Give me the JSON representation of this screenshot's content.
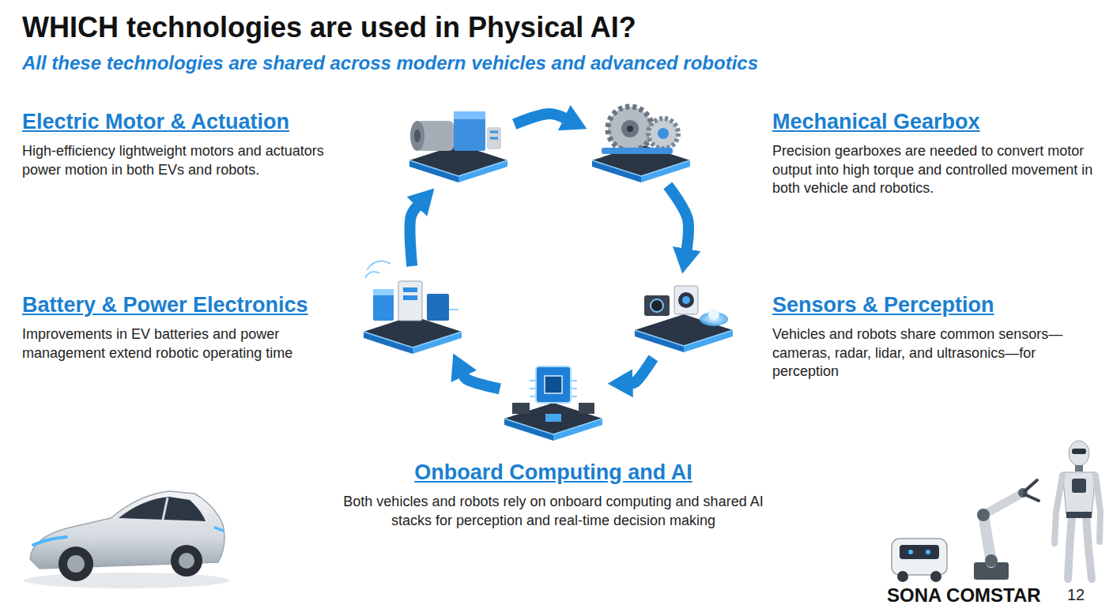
{
  "diagram": {
    "title": "WHICH technologies are used in Physical AI?",
    "nodes": [
      {
        "text": [
          "Electric Motor & Actuation",
          "High-efficiency lightweight motors and actuators power motion in both EVs and robots."
        ]
      },
      {
        "text": [
          "Mechanical Gearbox",
          "Precision gearboxes are needed to convert motor output into high torque and controlled movement in both vehicle and robotics."
        ]
      },
      {
        "text": [
          "Battery & Power Electronics",
          "Improvements in EV batteries and power management extend robotic operating time"
        ]
      },
      {
        "text": [
          "Sensors & Perception",
          "Vehicles and robots share common sensors—cameras, radar, lidar, and ultrasonics—for perception"
        ]
      },
      {
        "text": [
          "Onboard Computing and AI",
          "Both vehicles and robots rely on onboard computing and shared AI stacks for perception and real-time decision making"
        ]
      }
    ],
    "edges": [
      {
        "from": 0,
        "to": 1,
        "arrow": "to"
      },
      {
        "from": 1,
        "to": 3,
        "arrow": "to"
      },
      {
        "from": 3,
        "to": 4,
        "arrow": "to"
      },
      {
        "from": 4,
        "to": 2,
        "arrow": "to"
      },
      {
        "from": 2,
        "to": 0,
        "arrow": "to"
      }
    ],
    "labels": [
      "All these technologies are shared across modern vehicles and advanced robotics",
      "SONA COMSTAR",
      "12"
    ]
  }
}
